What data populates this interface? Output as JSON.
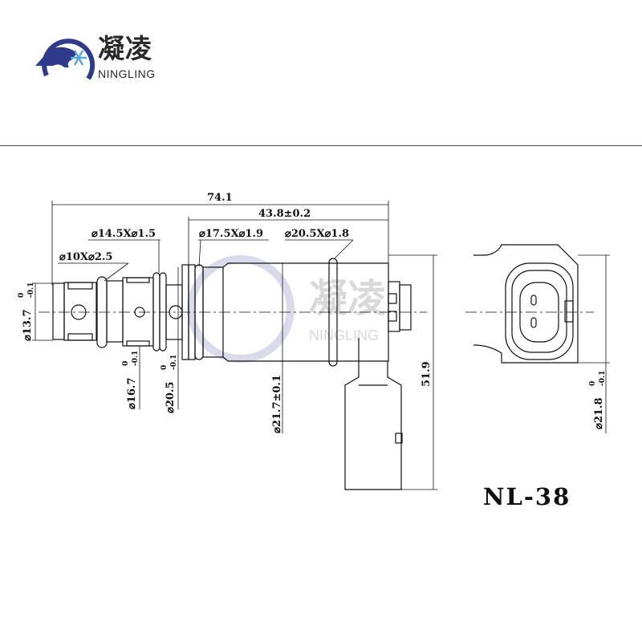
{
  "brand": {
    "name_cn": "凝凌",
    "name_en": "NINGLING",
    "color": "#2e3a8c",
    "snow_color": "#5aa6e0"
  },
  "watermark": {
    "name_cn": "凝凌",
    "name_en": "NINGLING"
  },
  "dimensions": {
    "overall_length": "74.1",
    "body_length": "43.8±0.2",
    "oring_1": "⌀14.5X⌀1.5",
    "oring_2": "⌀10X⌀2.5",
    "oring_3": "⌀17.5X⌀1.9",
    "oring_4": "⌀20.5X⌀1.8",
    "dia_13_7": "⌀13.7",
    "dia_16_7": "⌀16.7",
    "dia_20_5": "⌀20.5",
    "dia_21_7": "⌀21.7±0.1",
    "height": "51.9",
    "dia_21_8": "⌀21.8",
    "tol_upper": "0",
    "tol_lower": "-0.1"
  },
  "model": "NL-38"
}
